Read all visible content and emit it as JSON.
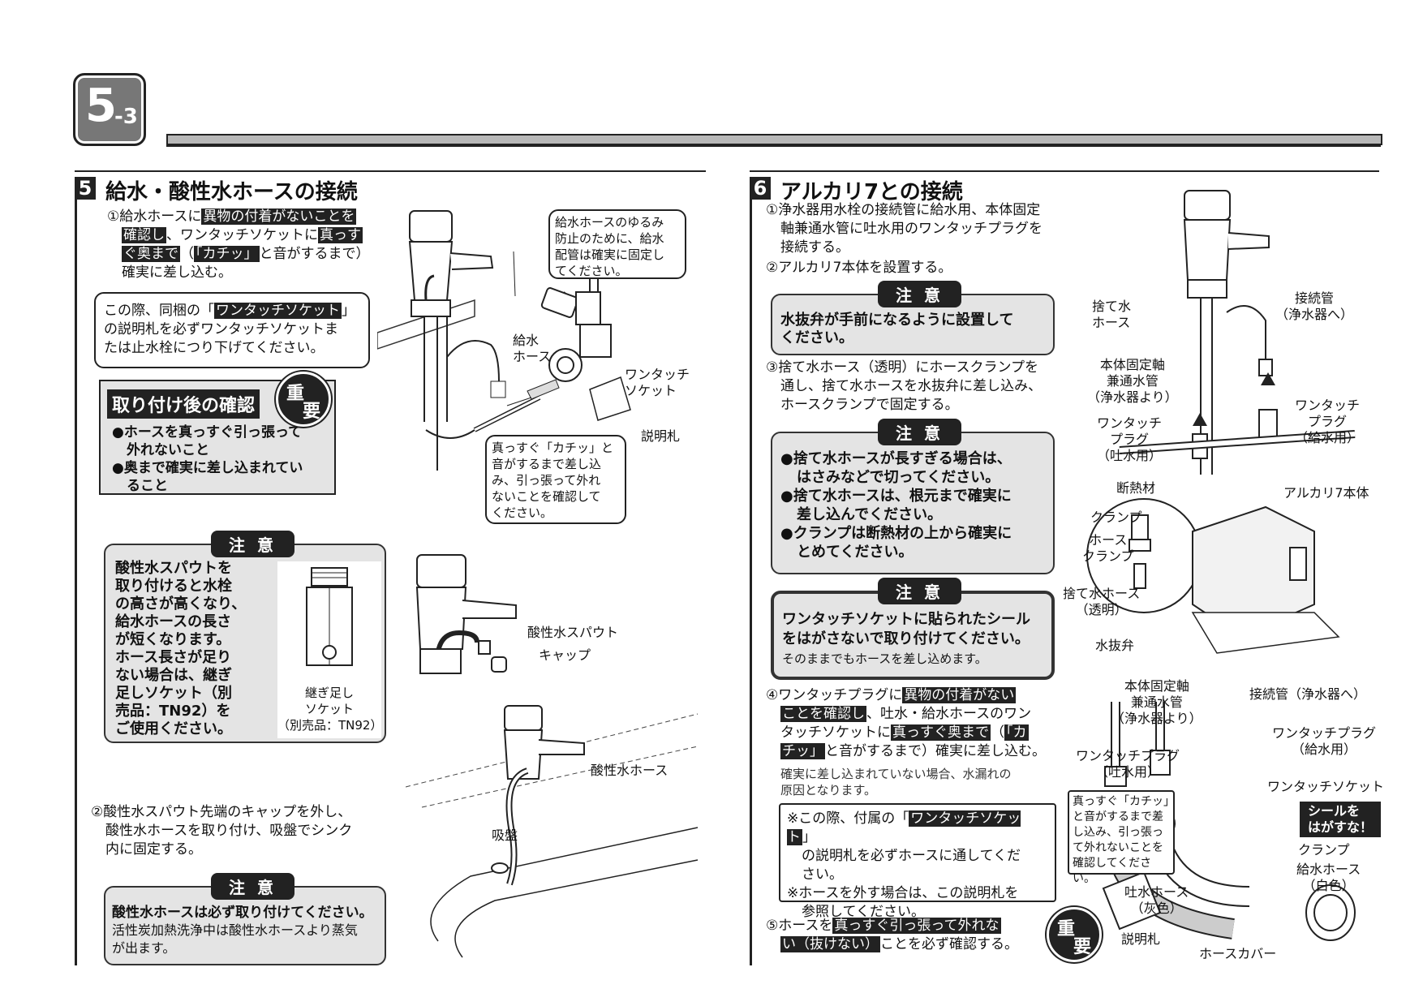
{
  "page": {
    "badge_main": "5",
    "badge_sub": "-3"
  },
  "section5": {
    "number": "5",
    "title": "給水・酸性水ホースの接続",
    "step1": {
      "p1": "①給水ホースに",
      "h1": "異物の付着がないことを",
      "h2": "確認し",
      "p2": "、ワンタッチソケットに",
      "h3": "真っす",
      "h4": "ぐ奥まで",
      "p3": "（",
      "h5": "「カチッ」",
      "p4": "と音がするまで）",
      "p5": "確実に差し込む。"
    },
    "note_box": {
      "p1": "この際、同梱の「",
      "h1": "ワンタッチソケット",
      "p2": "」",
      "line2": "の説明札を必ずワンタッチソケットま",
      "line3": "たは止水栓につり下げてください。"
    },
    "check_box": {
      "title": "取り付け後の確認",
      "juyo1": "重",
      "juyo2": "要",
      "item1a": "●ホースを真っすぐ引っ張って",
      "item1b": "外れないこと",
      "item2a": "●奥まで確実に差し込まれてい",
      "item2b": "ること"
    },
    "caution1": {
      "tag": "注 意",
      "l1": "酸性水スパウトを",
      "l2": "取り付けると水栓",
      "l3": "の高さが高くなり、",
      "l4": "給水ホースの長さ",
      "l5": "が短くなります。",
      "l6": "ホース長さが足り",
      "l7": "ない場合は、継ぎ",
      "l8": "足しソケット（別",
      "l9": "売品：TN92）を",
      "l10": "ご使用ください。",
      "cap1": "継ぎ足し",
      "cap2": "ソケット",
      "cap3": "（別売品：TN92）"
    },
    "callout_top": {
      "l1": "給水ホースのゆるみ",
      "l2": "防止のために、給水",
      "l3": "配管は確実に固定し",
      "l4": "てください。"
    },
    "callout_mid": {
      "l1": "真っすぐ「カチッ」と",
      "l2": "音がするまで差し込",
      "l3": "み、引っ張って外れ",
      "l4": "ないことを確認して",
      "l5": "ください。"
    },
    "labels": {
      "supply_hose_1": "給水",
      "supply_hose_2": "ホース",
      "socket_1": "ワンタッチ",
      "socket_2": "ソケット",
      "tag_card": "説明札",
      "spout": "酸性水スパウト",
      "cap": "キャップ",
      "acid_hose": "酸性水ホース",
      "suction": "吸盤"
    },
    "step2": {
      "l1": "②酸性水スパウト先端のキャップを外し、",
      "l2": "酸性水ホースを取り付け、吸盤でシンク",
      "l3": "内に固定する。"
    },
    "caution2": {
      "tag": "注 意",
      "bold": "酸性水ホースは必ず取り付けてください。",
      "l1": "活性炭加熱洗浄中は酸性水ホースより蒸気",
      "l2": "が出ます。"
    }
  },
  "section6": {
    "number": "6",
    "title": "アルカリ7との接続",
    "step1": {
      "l1": "①浄水器用水栓の接続管に給水用、本体固定",
      "l2": "軸兼通水管に吐水用のワンタッチプラグを",
      "l3": "接続する。"
    },
    "step2": "②アルカリ7本体を設置する。",
    "caution1": {
      "tag": "注 意",
      "l1": "水抜弁が手前になるように設置して",
      "l2": "ください。"
    },
    "step3": {
      "l1": "③捨て水ホース（透明）にホースクランプを",
      "l2": "通し、捨て水ホースを水抜弁に差し込み、",
      "l3": "ホースクランプで固定する。"
    },
    "caution2": {
      "tag": "注 意",
      "a1": "●捨て水ホースが長すぎる場合は、",
      "a2": "はさみなどで切ってください。",
      "b1": "●捨て水ホースは、根元まで確実に",
      "b2": "差し込んでください。",
      "c1": "●クランプは断熱材の上から確実に",
      "c2": "とめてください。"
    },
    "caution3": {
      "tag": "注 意",
      "l1": "ワンタッチソケットに貼られたシール",
      "l2": "をはがさないで取り付けてください。",
      "l3": "そのままでもホースを差し込めます。"
    },
    "step4": {
      "p1": "④ワンタッチプラグに",
      "h1": "異物の付着がない",
      "h2": "ことを確認し",
      "p2": "、吐水・給水ホースのワン",
      "p3": "タッチソケットに",
      "h3": "真っすぐ奥まで",
      "p4": "（",
      "h4": "「カ",
      "h5": "チッ」",
      "p5": "と音がするまで）確実に差し込む。",
      "n1": "確実に差し込まれていない場合、水漏れの",
      "n2": "原因となります。"
    },
    "note_box": {
      "p1": "※この際、付属の「",
      "h1": "ワンタッチソケット",
      "p2": "」",
      "l2": "の説明札を必ずホースに通してくだ",
      "l3": "さい。",
      "l4": "※ホースを外す場合は、この説明札を",
      "l5": "参照してください。"
    },
    "step5": {
      "p1": "⑤ホースを",
      "h1": "真っすぐ引っ張って外れな",
      "h2": "い（抜けない）",
      "p2": "ことを必ず確認する。",
      "juyo1": "重",
      "juyo2": "要"
    },
    "callout": {
      "l1": "真っすぐ「カチッ」",
      "l2": "と音がするまで差",
      "l3": "し込み、引っ張っ",
      "l4": "て外れないことを",
      "l5": "確認してください。"
    },
    "seal_note": {
      "l1": "シールを",
      "l2": "はがすな！"
    },
    "labels": {
      "drain_hose_1": "捨て水",
      "drain_hose_2": "ホース",
      "conn_pipe_1": "接続管",
      "conn_pipe_2": "（浄水器へ）",
      "axis_1": "本体固定軸",
      "axis_2": "兼通水管",
      "axis_3": "（浄水器より）",
      "plug_out_1": "ワンタッチ",
      "plug_out_2": "プラグ",
      "plug_out_3": "（吐水用）",
      "plug_in_1": "ワンタッチ",
      "plug_in_2": "プラグ",
      "plug_in_3": "（給水用）",
      "insulation": "断熱材",
      "alkali_body": "アルカリ7本体",
      "clamp": "クランプ",
      "hose_clamp_1": "ホース",
      "hose_clamp_2": "クランプ",
      "drain_clear_1": "捨て水ホース",
      "drain_clear_2": "（透明）",
      "drain_valve": "水抜弁",
      "axis_b1": "本体固定軸",
      "axis_b2": "兼通水管",
      "axis_b3": "（浄水器より）",
      "conn_b": "接続管（浄水器へ）",
      "plug_in_b1": "ワンタッチプラグ",
      "plug_in_b2": "（給水用）",
      "plug_out_b1": "ワンタッチプラグ",
      "plug_out_b2": "（吐水用）",
      "socket_b": "ワンタッチソケット",
      "clamp_b": "クランプ",
      "supply_hose_1": "給水ホース",
      "supply_hose_2": "（白色）",
      "out_hose_1": "吐水ホース",
      "out_hose_2": "（灰色）",
      "tag_card": "説明札",
      "hose_cover": "ホースカバー"
    }
  }
}
